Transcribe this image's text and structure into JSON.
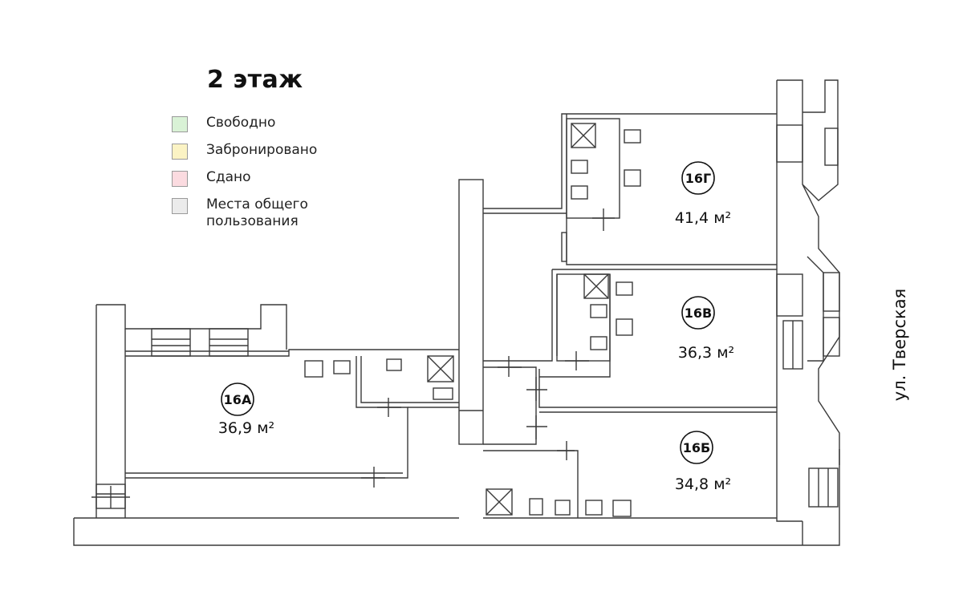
{
  "floor": {
    "title": "2 этаж",
    "street": "ул. Тверская"
  },
  "legend": [
    {
      "id": "free",
      "label": "Свободно",
      "color": "#d9f2d6"
    },
    {
      "id": "reserved",
      "label": "Забронировано",
      "color": "#fbf3c4"
    },
    {
      "id": "rented",
      "label": "Сдано",
      "color": "#fbdbe0"
    },
    {
      "id": "common",
      "label": "Места общего пользования",
      "color": "#ebebeb"
    }
  ],
  "units": [
    {
      "id": "16A",
      "badge": "16А",
      "area": "36,9 м²"
    },
    {
      "id": "16B",
      "badge": "16Б",
      "area": "34,8 м²"
    },
    {
      "id": "16V",
      "badge": "16В",
      "area": "36,3 м²"
    },
    {
      "id": "16G",
      "badge": "16Г",
      "area": "41,4 м²"
    }
  ]
}
